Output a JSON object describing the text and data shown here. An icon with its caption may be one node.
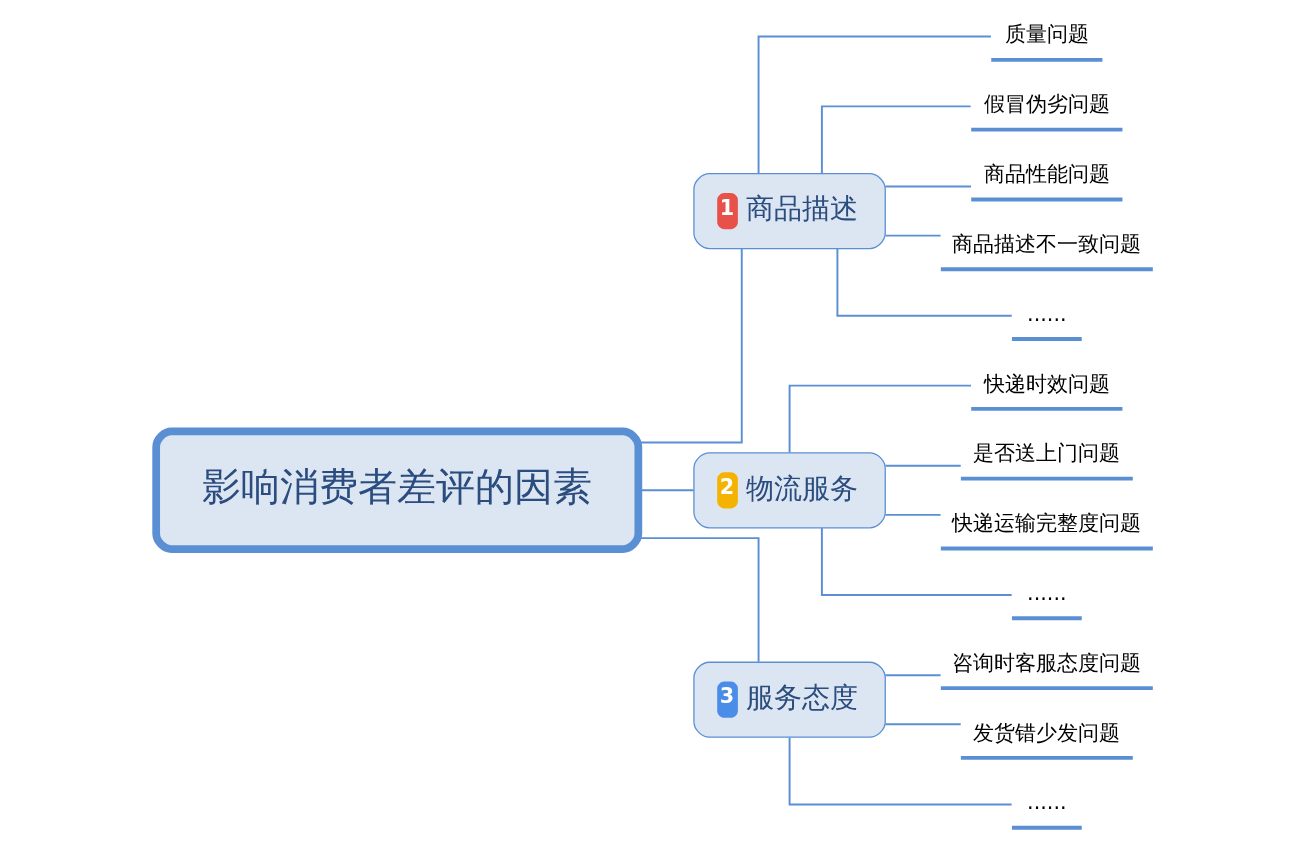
{
  "diagram": {
    "nodes": [
      {
        "text": [
          "影响消费者差评的因素"
        ]
      },
      {
        "text": [
          "1",
          "商品描述"
        ]
      },
      {
        "text": [
          "2",
          "物流服务"
        ]
      },
      {
        "text": [
          "3",
          "服务态度"
        ]
      },
      {
        "text": [
          "质量问题"
        ]
      },
      {
        "text": [
          "假冒伪劣问题"
        ]
      },
      {
        "text": [
          "商品性能问题"
        ]
      },
      {
        "text": [
          "商品描述不一致问题"
        ]
      },
      {
        "text": [
          "......"
        ]
      },
      {
        "text": [
          "快递时效问题"
        ]
      },
      {
        "text": [
          "是否送上门问题"
        ]
      },
      {
        "text": [
          "快递运输完整度问题"
        ]
      },
      {
        "text": [
          "......"
        ]
      },
      {
        "text": [
          "咨询时客服态度问题"
        ]
      },
      {
        "text": [
          "发货错少发问题"
        ]
      },
      {
        "text": [
          "......"
        ]
      }
    ],
    "edges": [
      {
        "from": 0,
        "to": 1,
        "arrow": "none"
      },
      {
        "from": 0,
        "to": 2,
        "arrow": "none"
      },
      {
        "from": 0,
        "to": 3,
        "arrow": "none"
      },
      {
        "from": 1,
        "to": 4,
        "arrow": "none"
      },
      {
        "from": 1,
        "to": 5,
        "arrow": "none"
      },
      {
        "from": 1,
        "to": 6,
        "arrow": "none"
      },
      {
        "from": 1,
        "to": 7,
        "arrow": "none"
      },
      {
        "from": 1,
        "to": 8,
        "arrow": "none"
      },
      {
        "from": 2,
        "to": 9,
        "arrow": "none"
      },
      {
        "from": 2,
        "to": 10,
        "arrow": "none"
      },
      {
        "from": 2,
        "to": 11,
        "arrow": "none"
      },
      {
        "from": 2,
        "to": 12,
        "arrow": "none"
      },
      {
        "from": 3,
        "to": 13,
        "arrow": "none"
      },
      {
        "from": 3,
        "to": 14,
        "arrow": "none"
      },
      {
        "from": 3,
        "to": 15,
        "arrow": "none"
      }
    ]
  }
}
